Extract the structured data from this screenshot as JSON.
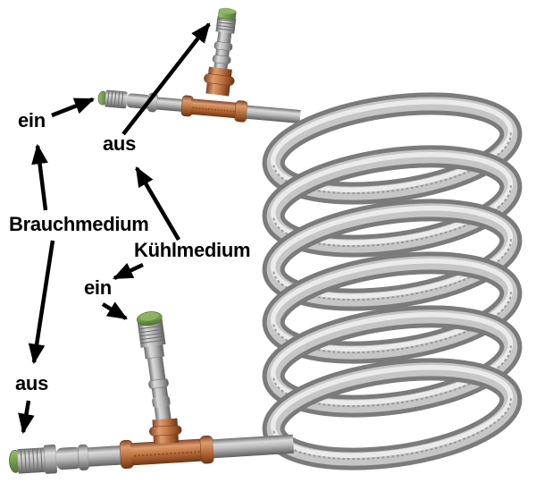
{
  "subject_description": "Annotated product photo: stainless steel spiral (coaxial) heat exchanger coil with two copper press T-fittings and green protective caps on the connection ports",
  "labels": {
    "ein_top": "ein",
    "aus_top": "aus",
    "brauchmedium": "Brauchmedium",
    "kuehlmedium": "Kühlmedium",
    "ein_mid": "ein",
    "aus_bottom": "aus"
  },
  "arrows": [
    "ein (top) -> side port of upper T-fitting",
    "aus (top) -> vertical port of upper T-fitting",
    "Brauchmedium -> ein (top)",
    "Brauchmedium -> aus (bottom)",
    "Kühlmedium -> aus (top)",
    "Kühlmedium -> ein (middle)",
    "ein (middle) -> vertical port of lower T-fitting",
    "aus (bottom) -> left port of lower T-fitting"
  ],
  "coil": {
    "visible_turns": 6
  },
  "colors": {
    "background": "#ffffff",
    "annotation_text": "#000000",
    "arrow": "#000000",
    "steel_highlight": "#ebebeb",
    "steel_mid": "#c6c6c6",
    "steel_shadow": "#7b7b7b",
    "copper": "#c47a48",
    "copper_shadow": "#6b3517",
    "cap_green": "#76a04c"
  }
}
